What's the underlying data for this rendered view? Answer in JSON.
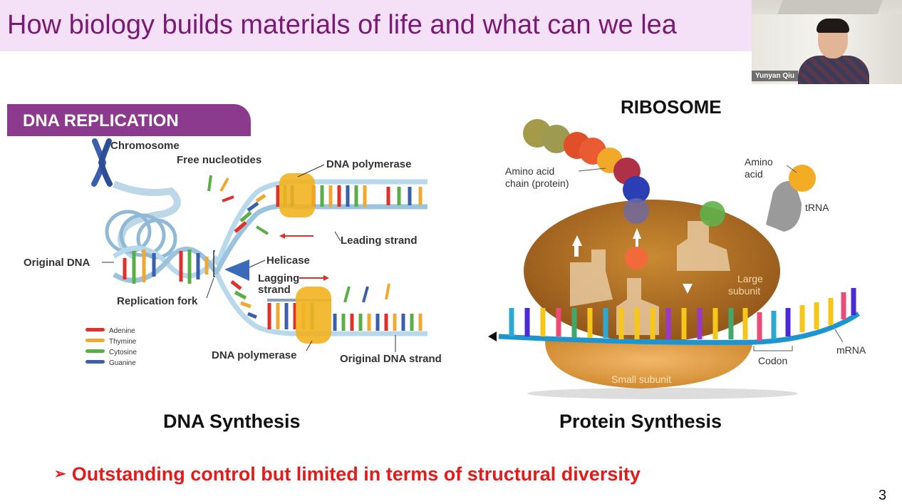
{
  "slide": {
    "title": "How biology builds materials of life and what can we lea",
    "page_number": "3",
    "bullet": "Outstanding control but limited in terms of structural diversity",
    "bullet_marker": "➢"
  },
  "webcam": {
    "participant_name": "Yunyan Qiu"
  },
  "dna_figure": {
    "banner": "DNA REPLICATION",
    "labels": {
      "chromosome": "Chromosome",
      "free_nucleotides": "Free nucleotides",
      "dna_polymerase_top": "DNA polymerase",
      "leading_strand": "Leading strand",
      "original_dna": "Original DNA",
      "helicase": "Helicase",
      "lagging_strand_1": "Lagging",
      "lagging_strand_2": "strand",
      "replication_fork": "Replication fork",
      "dna_polymerase_bottom": "DNA polymerase",
      "original_dna_strand": "Original DNA strand"
    },
    "legend": [
      {
        "label": "Adenine",
        "color": "#e0302a"
      },
      {
        "label": "Thymine",
        "color": "#f0a830"
      },
      {
        "label": "Cytosine",
        "color": "#5aae48"
      },
      {
        "label": "Guanine",
        "color": "#3a5fae"
      }
    ],
    "caption": "DNA Synthesis"
  },
  "ribosome_figure": {
    "title": "RIBOSOME",
    "labels": {
      "amino_acid_chain_1": "Amino acid",
      "amino_acid_chain_2": "chain (protein)",
      "amino_acid_1": "Amino",
      "amino_acid_2": "acid",
      "trna": "tRNA",
      "large_subunit_1": "Large",
      "large_subunit_2": "subunit",
      "small_subunit": "Small subunit",
      "codon": "Codon",
      "mrna": "mRNA"
    },
    "caption": "Protein Synthesis"
  },
  "colors": {
    "title_text": "#7a1a74",
    "title_bar": "#f4e1f7",
    "banner": "#8b3a8d",
    "bullet_text": "#e31b1b",
    "ribosome_body": "#a86a1e",
    "polymerase": "#f2b320"
  }
}
